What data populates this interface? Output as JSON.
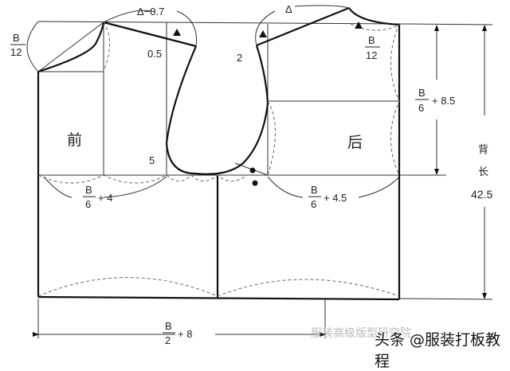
{
  "labels": {
    "front": "前",
    "back": "后",
    "shoulder_front": "Δ−0.7",
    "shoulder_back": "Δ",
    "front_neck_width": {
      "num": "B",
      "den": "12"
    },
    "back_neck_width": {
      "num": "B",
      "den": "12"
    },
    "shoulder_drop_front": "0.5",
    "shoulder_drop_back": "2",
    "armhole_front": "5",
    "front_chest": {
      "num": "B",
      "den": "6",
      "suffix": "+ 4"
    },
    "back_chest": {
      "num": "B",
      "den": "6",
      "suffix": "+ 4.5"
    },
    "armhole_depth": {
      "num": "B",
      "den": "6",
      "suffix": "+ 8.5"
    },
    "back_length": {
      "line1": "背",
      "line2": "长",
      "value": "42.5"
    },
    "total_width": {
      "num": "B",
      "den": "2",
      "suffix": "+ 8"
    }
  },
  "watermark": {
    "faded": "服装高级版型研究院",
    "main": "头条 @服装打板教程"
  }
}
